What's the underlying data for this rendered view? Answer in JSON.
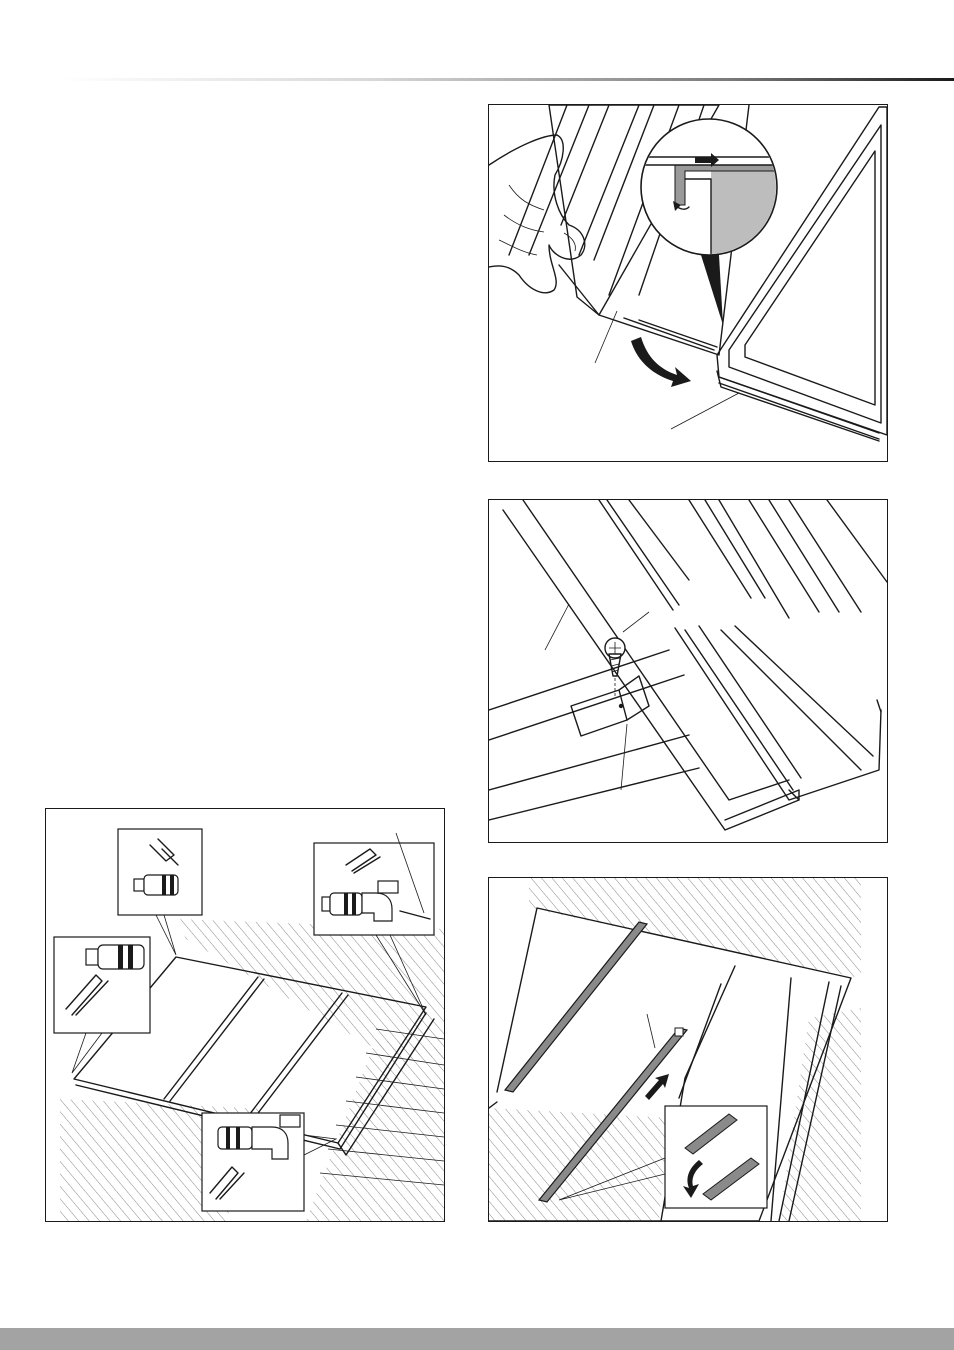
{
  "page": {
    "header_rule": true,
    "footer_bar_color": "#a3a3a3",
    "accent_line_color": "#1a1a1a"
  },
  "figures": [
    {
      "name": "figure-panel-joint",
      "icons": [
        "hand-icon",
        "joint-detail-magnifier-icon",
        "rotate-arrow-icon"
      ]
    },
    {
      "name": "figure-screw-fixing",
      "icons": [
        "screw-icon",
        "bracket-icon"
      ]
    },
    {
      "name": "figure-collector-connections",
      "icons": [
        "plug-fitting-icon",
        "elbow-fitting-icon",
        "clip-icon",
        "sensor-icon"
      ]
    },
    {
      "name": "figure-cover-strip",
      "icons": [
        "cover-strip-icon",
        "push-arrow-icon",
        "fold-arrow-icon"
      ]
    }
  ]
}
